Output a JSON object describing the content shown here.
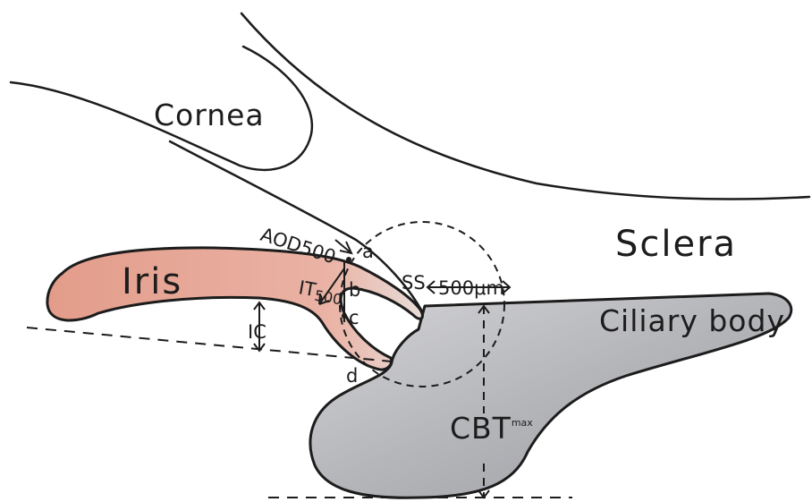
{
  "labels": {
    "cornea": "Cornea",
    "sclera": "Sclera",
    "iris": "Iris",
    "ciliary_body": "Ciliary body",
    "aod500": "AOD500",
    "it500_main": "IT",
    "it500_sub": "500",
    "ss": "SS",
    "dist_500": "500μm",
    "ic": "IC",
    "point_a": "a",
    "point_b": "b",
    "point_c": "c",
    "point_d": "d",
    "cbt_main": "CBT",
    "cbt_sup": "max"
  },
  "colors": {
    "outline": "#1c1c1c",
    "iris_fill": "#e8a594",
    "ciliary_fill": "#b6b7ba",
    "background": "#ffffff"
  }
}
